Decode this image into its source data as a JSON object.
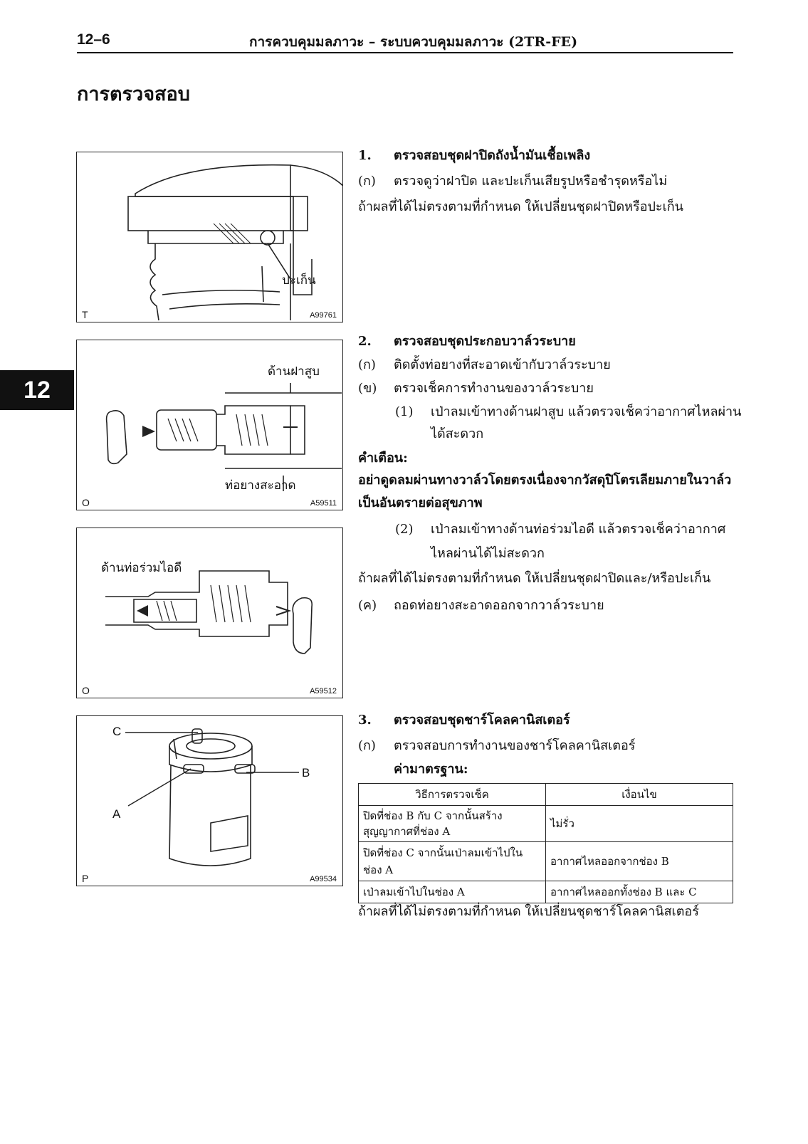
{
  "header": {
    "page_number": "12–6",
    "title": "การควบคุมมลภาวะ  –  ระบบควบคุมมลภาวะ (2TR-FE)"
  },
  "section_title": "การตรวจสอบ",
  "chapter_tab": "12",
  "figures": {
    "fig1": {
      "label_gasket": "ปะเก็น",
      "corner": "T",
      "code": "A99761"
    },
    "fig2": {
      "label_cylinder_side": "ด้านฝาสูบ",
      "label_clean_hose": "ท่อยางสะอาด",
      "corner": "O",
      "code": "A59511"
    },
    "fig3": {
      "label_manifold_side": "ด้านท่อร่วมไอดี",
      "corner": "O",
      "code": "A59512"
    },
    "fig4": {
      "label_c": "C",
      "label_b": "B",
      "label_a": "A",
      "corner": "P",
      "code": "A99534"
    }
  },
  "step1": {
    "num": "1.",
    "title": "ตรวจสอบชุดฝาปิดถังน้ำมันเชื้อเพลิง",
    "sub_a_marker": "(ก)",
    "sub_a_text": "ตรวจดูว่าฝาปิด และปะเก็นเสียรูปหรือชำรุดหรือไม่",
    "result": "ถ้าผลที่ได้ไม่ตรงตามที่กำหนด ให้เปลี่ยนชุดฝาปิดหรือปะเก็น"
  },
  "step2": {
    "num": "2.",
    "title": "ตรวจสอบชุดประกอบวาล์วระบาย",
    "sub_a_marker": "(ก)",
    "sub_a_text": "ติดตั้งท่อยางที่สะอาดเข้ากับวาล์วระบาย",
    "sub_b_marker": "(ข)",
    "sub_b_text": "ตรวจเช็คการทำงานของวาล์วระบาย",
    "item1_marker": "(1)",
    "item1_line1": "เป่าลมเข้าทางด้านฝาสูบ  แล้วตรวจเช็คว่าอากาศไหลผ่าน",
    "item1_line2": "ได้สะดวก",
    "caution_label": "คำเตือน:",
    "caution_line1": "อย่าดูดลมผ่านทางวาล์วโดยตรงเนื่องจากวัสดุปิโตรเลียมภายในวาล์ว",
    "caution_line2": "เป็นอันตรายต่อสุขภาพ",
    "item2_marker": "(2)",
    "item2_line1": "เป่าลมเข้าทางด้านท่อร่วมไอดี  แล้วตรวจเช็คว่าอากาศ",
    "item2_line2": "ไหลผ่านได้ไม่สะดวก",
    "result": "ถ้าผลที่ได้ไม่ตรงตามที่กำหนด ให้เปลี่ยนชุดฝาปิดและ/หรือปะเก็น",
    "sub_c_marker": "(ค)",
    "sub_c_text": "ถอดท่อยางสะอาดออกจากวาล์วระบาย"
  },
  "step3": {
    "num": "3.",
    "title": "ตรวจสอบชุดชาร์โคลคานิสเตอร์",
    "sub_a_marker": "(ก)",
    "sub_a_text": "ตรวจสอบการทำงานของชาร์โคลคานิสเตอร์",
    "standard_label": "ค่ามาตรฐาน:",
    "table": {
      "headers": [
        "วิธีการตรวจเช็ค",
        "เงื่อนไข"
      ],
      "rows": [
        [
          "ปิดที่ช่อง B กับ C จากนั้นสร้างสุญญากาศที่ช่อง A",
          "ไม่รั่ว"
        ],
        [
          "ปิดที่ช่อง C จากนั้นเป่าลมเข้าไปในช่อง A",
          "อากาศไหลออกจากช่อง B"
        ],
        [
          "เป่าลมเข้าไปในช่อง A",
          "อากาศไหลออกทั้งช่อง B และ C"
        ]
      ]
    },
    "result": "ถ้าผลที่ได้ไม่ตรงตามที่กำหนด ให้เปลี่ยนชุดชาร์โคลคานิสเตอร์"
  }
}
